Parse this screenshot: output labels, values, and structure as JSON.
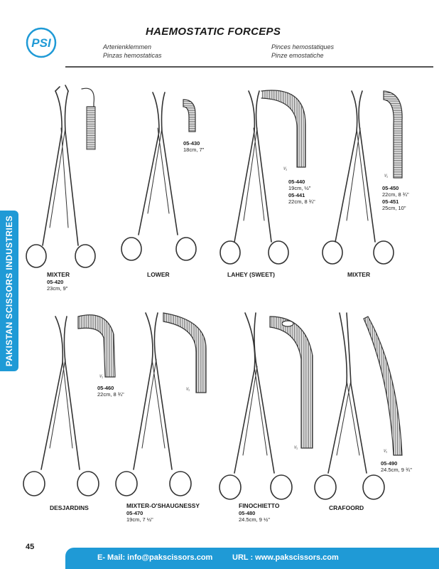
{
  "header": {
    "title": "HAEMOSTATIC FORCEPS",
    "subs": [
      "Arterienklemmen",
      "Pinzas hemostaticas",
      "Pinces hemostatiques",
      "Pinze emostatiche"
    ],
    "logo": "PSI"
  },
  "side_tab": "PAKISTAN SCISSORS INDUSTRIES",
  "products": {
    "mixter1": {
      "name": "MIXTER",
      "code": "05-420",
      "size": "23cm, 9\""
    },
    "lower": {
      "name": "LOWER",
      "code": "05-430",
      "size": "18cm, 7\""
    },
    "lahey": {
      "name": "LAHEY (SWEET)",
      "code1": "05-440",
      "size1": "19cm, ½\"",
      "code2": "05-441",
      "size2": "22cm, 8 ¾\"",
      "frac": "¹⁄₁"
    },
    "mixter2": {
      "name": "MIXTER",
      "code1": "05-450",
      "size1": "22cm, 8 ¾\"",
      "code2": "05-451",
      "size2": "25cm, 10\"",
      "frac": "¹⁄₁"
    },
    "desjardins": {
      "name": "DESJARDINS",
      "code": "05-460",
      "size": "22cm, 8 ¾\"",
      "frac": "¹⁄₁"
    },
    "mixter_os": {
      "name": "MIXTER-O'SHAUGNESSY",
      "code": "05-470",
      "size": "19cm, 7 ½\"",
      "frac": "¹⁄₁"
    },
    "finochietto": {
      "name": "FINOCHIETTO",
      "code": "05-480",
      "size": "24.5cm, 9 ½\"",
      "frac": "¹⁄₁"
    },
    "crafoord": {
      "name": "CRAFOORD",
      "code": "05-490",
      "size": "24.5cm, 9 ¾\"",
      "frac": "¹⁄₁"
    }
  },
  "page_number": "45",
  "footer": {
    "email": "E- Mail: info@pakscissors.com",
    "url": "URL  :  www.pakscissors.com"
  },
  "colors": {
    "accent": "#1f9ad6"
  }
}
